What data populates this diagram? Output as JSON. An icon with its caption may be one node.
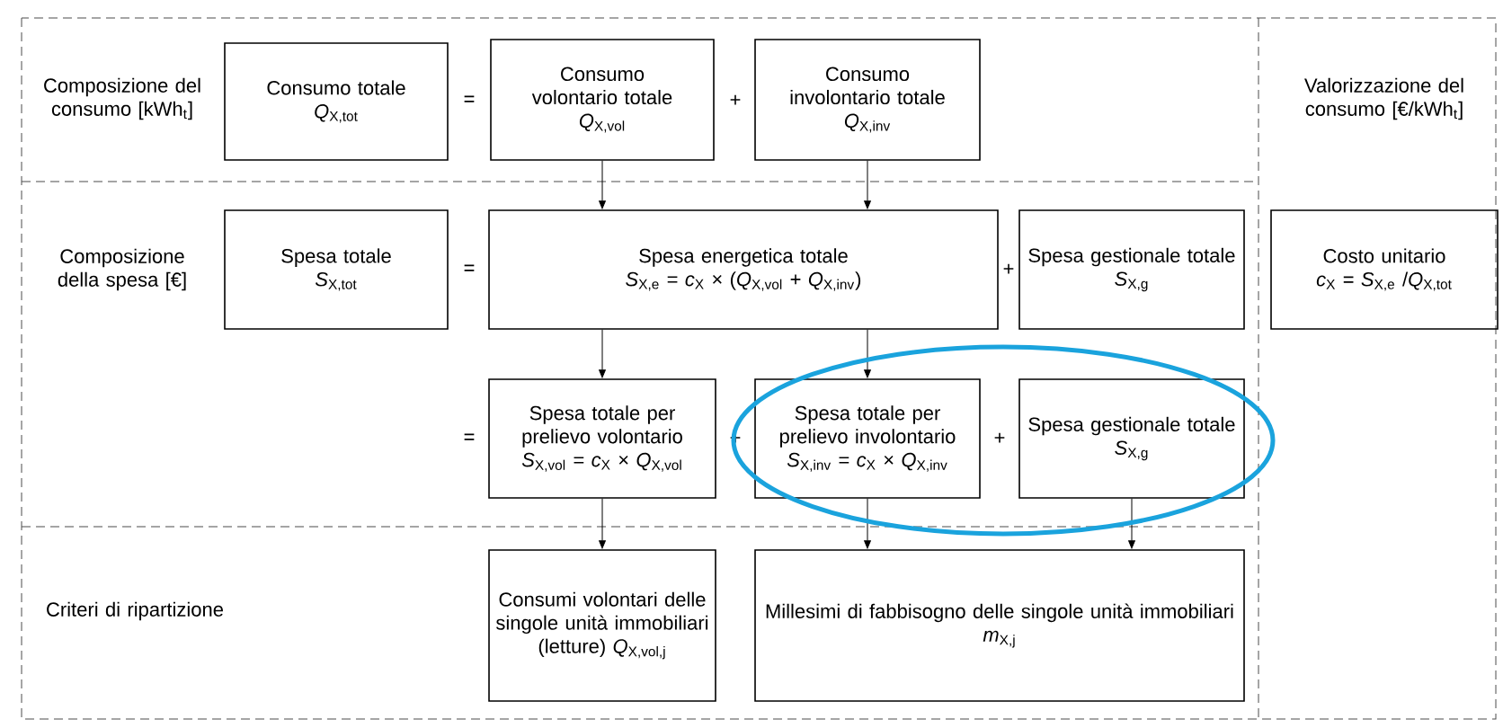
{
  "diagram": {
    "nodes": [
      {
        "text": [
          "Consumo totale",
          "*Q*$_{X,tot}$"
        ]
      },
      {
        "text": [
          "Consumo volontario totale",
          "*Q*$_{X,vol}$"
        ]
      },
      {
        "text": [
          "Consumo involontario totale",
          "*Q*$_{X,inv}$"
        ]
      },
      {
        "text": [
          "Spesa totale",
          "*S*$_{X,tot}$"
        ]
      },
      {
        "text": [
          "Spesa energetica totale",
          "*S*$_{X,e}$ = *c*$_{X}$ × (*Q*$_{X,vol}$ + *Q*$_{X,inv}$)"
        ]
      },
      {
        "text": [
          "Spesa gestionale totale",
          "*S*$_{X,g}$"
        ]
      },
      {
        "text": [
          "Costo unitario",
          "*c*$_{X}$ = *S*$_{X,e}$ /*Q*$_{X,tot}$"
        ]
      },
      {
        "text": [
          "Spesa totale per prelievo volontario",
          "*S*$_{X,vol}$ = *c*$_{X}$ × *Q*$_{X,vol}$"
        ]
      },
      {
        "text": [
          "Spesa totale per prelievo involontario",
          "*S*$_{X,inv}$ = *c*$_{X}$ × *Q*$_{X,inv}$"
        ]
      },
      {
        "text": [
          "Spesa gestionale totale",
          "*S*$_{X,g}$"
        ]
      },
      {
        "text": [
          "Consumi volontari delle singole unità immobiliari (letture)",
          "*Q*$_{X,vol,j}$"
        ]
      },
      {
        "text": [
          "Millesimi di fabbisogno delle singole unità immobiliari",
          "*m*$_{X,j}$"
        ]
      }
    ],
    "edges": [
      {
        "from": 1,
        "to": 4,
        "arrow": "to"
      },
      {
        "from": 2,
        "to": 4,
        "arrow": "to"
      },
      {
        "from": 4,
        "to": 7,
        "arrow": "to"
      },
      {
        "from": 4,
        "to": 8,
        "arrow": "to"
      },
      {
        "from": 7,
        "to": 10,
        "arrow": "to"
      },
      {
        "from": 8,
        "to": 11,
        "arrow": "to"
      },
      {
        "from": 9,
        "to": 11,
        "arrow": "to"
      }
    ],
    "labels": [
      "Composizione del consumo [kWh$_{t}$]",
      "=",
      "+",
      "Valorizzazione del consumo [€/kWh$_{t}$]",
      "Composizione della spesa [€]",
      "=",
      "+",
      "=",
      "+",
      "+",
      "Criteri di ripartizione"
    ]
  }
}
